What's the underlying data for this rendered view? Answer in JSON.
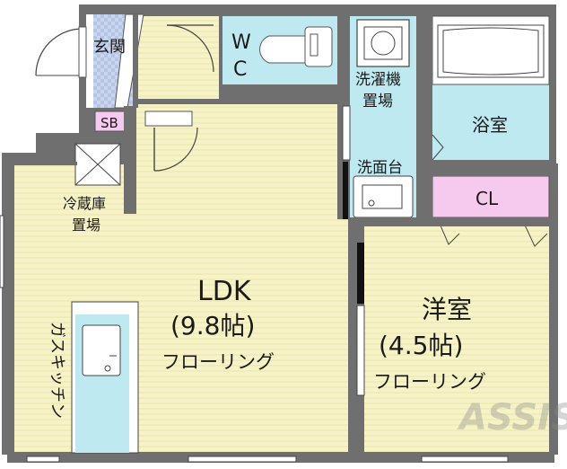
{
  "rooms": {
    "entrance": "玄関",
    "wc_line1": "W",
    "wc_line2": "C",
    "washer_line1": "洗濯機",
    "washer_line2": "置場",
    "bath": "浴室",
    "sb": "SB",
    "washbasin": "洗面台",
    "closet": "CL",
    "fridge_line1": "冷蔵庫",
    "fridge_line2": "置場",
    "ldk_title": "LDK",
    "ldk_size": "(9.8帖)",
    "ldk_floor": "フローリング",
    "western_title": "洋室",
    "western_size": "(4.5帖)",
    "western_floor": "フローリング",
    "kitchen": "ガスキッチン"
  },
  "watermark": "ASSIST",
  "colors": {
    "wall": "#6f6f6f",
    "floor": "#f7f3c8",
    "floor_stripe": "#e9e3a6",
    "bath_tile": "#bfe9f0",
    "closet": "#f6c9ee",
    "entrance_tile": "#c9d6ee",
    "sb": "#f6c9ee"
  }
}
